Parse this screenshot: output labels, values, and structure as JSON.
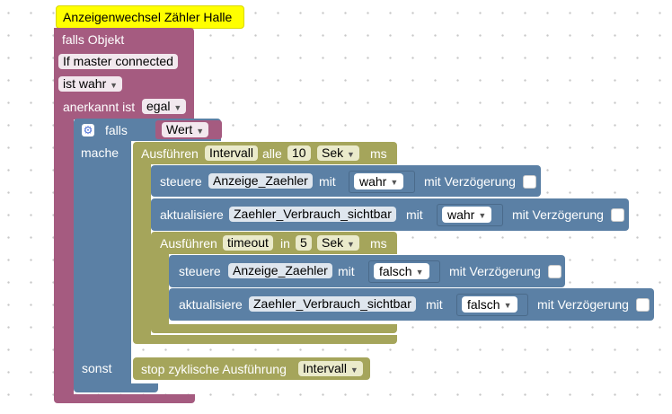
{
  "comment_block": {
    "text": "Anzeigenwechsel Zähler Halle"
  },
  "trigger_block": {
    "falls_objekt": "falls Objekt",
    "object_id": "If master connected",
    "condition": "ist wahr",
    "ack_label": "anerkannt ist",
    "ack_value": "egal",
    "sonst_label": "sonst",
    "mache_label": "mache"
  },
  "if_block": {
    "falls": "falls",
    "value": "Wert"
  },
  "interval_block": {
    "label": "Ausführen",
    "name": "Intervall",
    "every": "alle",
    "amount": "10",
    "unit": "Sek",
    "ms": "ms"
  },
  "set_state_1": {
    "verb": "steuere",
    "target": "Anzeige_Zaehler",
    "mit": "mit",
    "value": "wahr",
    "delay_label": "mit Verzögerung"
  },
  "update_1": {
    "verb": "aktualisiere",
    "target": "Zaehler_Verbrauch_sichtbar",
    "mit": "mit",
    "value": "wahr",
    "delay_label": "mit Verzögerung"
  },
  "timeout_block": {
    "label": "Ausführen",
    "name": "timeout",
    "in": "in",
    "amount": "5",
    "unit": "Sek",
    "ms": "ms"
  },
  "set_state_2": {
    "verb": "steuere",
    "target": "Anzeige_Zaehler",
    "mit": "mit",
    "value": "falsch",
    "delay_label": "mit Verzögerung"
  },
  "update_2": {
    "verb": "aktualisiere",
    "target": "Zaehler_Verbrauch_sichtbar",
    "mit": "mit",
    "value": "falsch",
    "delay_label": "mit Verzögerung"
  },
  "stop_block": {
    "label": "stop zyklische Ausführung",
    "target": "Intervall"
  },
  "colors": {
    "trigger": "#a55b80",
    "logic": "#5b80a5",
    "timer": "#a5a55b",
    "comment": "#ffff00"
  }
}
